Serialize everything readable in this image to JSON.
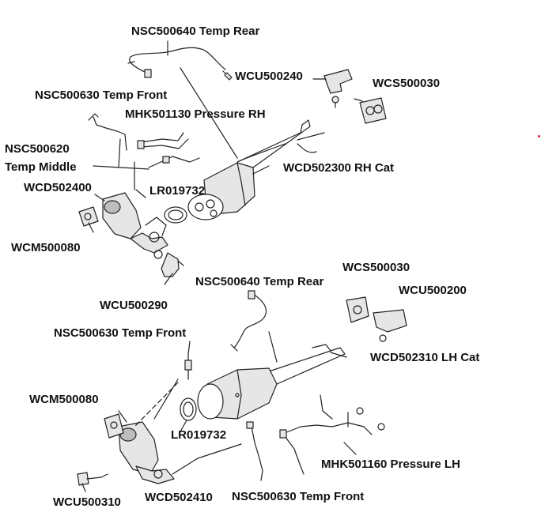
{
  "labels": {
    "nsc500640_rear_top": "NSC500640 Temp Rear",
    "wcu500240": "WCU500240",
    "wcs500030_top": "WCS500030",
    "nsc500630_front_top": "NSC500630 Temp Front",
    "mhk501130": "MHK501130 Pressure RH",
    "nsc500620_line1": "NSC500620",
    "nsc500620_line2": "Temp Middle",
    "wcd502300": "WCD502300 RH Cat",
    "wcd502400": "WCD502400",
    "lr019732_top": "LR019732",
    "wcm500080_top": "WCM500080",
    "wcu500290": "WCU500290",
    "wcs500030_bottom": "WCS500030",
    "nsc500640_rear_bottom": "NSC500640 Temp Rear",
    "wcu500200": "WCU500200",
    "nsc500630_front_mid": "NSC500630 Temp Front",
    "wcd502310": "WCD502310 LH Cat",
    "wcm500080_bottom": "WCM500080",
    "lr019732_bottom": "LR019732",
    "mhk501160": "MHK501160 Pressure LH",
    "wcu500310": "WCU500310",
    "wcd502410": "WCD502410",
    "nsc500630_front_bottom": "NSC500630 Temp Front"
  },
  "colors": {
    "line": "#222222",
    "part_fill": "#e6e6e6",
    "part_shade": "#bdbdbd",
    "marker": "#e0202a"
  }
}
